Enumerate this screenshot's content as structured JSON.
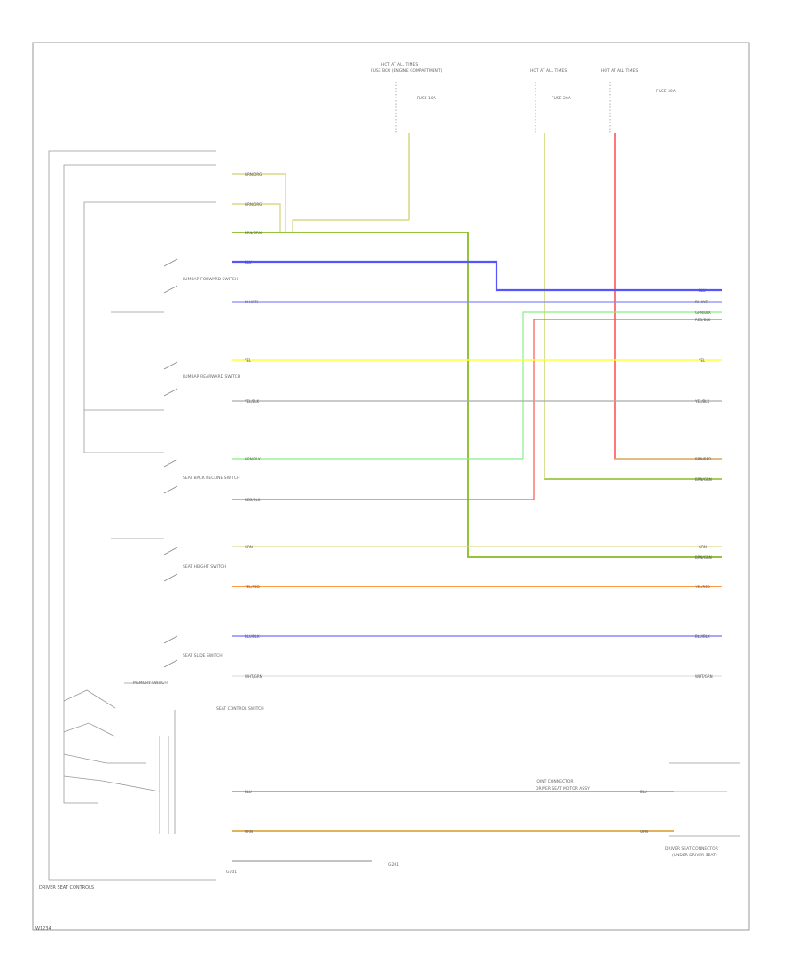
{
  "diagram": {
    "title": "DRIVER SEAT CONTROLS",
    "footer_code": "W1234",
    "top_labels": {
      "fuse_box_left": "HOT AT ALL TIMES",
      "fuse_box_left_sub": "FUSE BOX (ENGINE COMPARTMENT)",
      "fuse_box_mid": "HOT AT ALL TIMES",
      "fuse_box_right": "HOT AT ALL TIMES",
      "fuse_left_note": "FUSE 10A",
      "fuse_mid_note": "FUSE 20A",
      "fuse_right_note": "FUSE 30A"
    },
    "switch_labels": [
      "LUMBAR FORWARD SWITCH",
      "LUMBAR REARWARD SWITCH",
      "SEAT BACK RECLINE SWITCH",
      "SEAT HEIGHT SWITCH",
      "SEAT SLIDE SWITCH",
      "MEMORY SWITCH",
      "SEAT CONTROL SWITCH"
    ],
    "wire_labels": [
      "GRN/ORG",
      "GRN/ORG",
      "BRN/GRN",
      "BLU",
      "BLU/YEL",
      "YEL",
      "YEL/BLK",
      "GRN/BLK",
      "RED/BLK",
      "GRN",
      "YEL/RED",
      "BLU/BLK",
      "WHT/GRN",
      "BLU",
      "ORN"
    ],
    "right_labels": [
      "BLU",
      "BLU/YEL",
      "GRN/BLK",
      "RED/BLK",
      "YEL",
      "YEL/BLK",
      "BRN/RED",
      "BRN/GRN",
      "GRN",
      "BRN/GRN",
      "YEL/RED",
      "BLU/BLK",
      "WHT/GRN",
      "BLU",
      "ORN"
    ],
    "bottom_labels": {
      "connector_right": "DRIVER SEAT CONNECTOR",
      "connector_right_sub": "(UNDER DRIVER SEAT)",
      "ground_left": "G101",
      "ground_mid": "G201",
      "connector_mid": "JOINT CONNECTOR",
      "seat_label": "DRIVER SEAT MOTOR ASSY"
    },
    "colors": {
      "border": "#9a9a9a",
      "blue": "#5555ff",
      "yellow": "#ffff33",
      "red": "#ff5555",
      "green_dark": "#88bb22",
      "green_light": "#88ee88",
      "orange": "#ff9944",
      "tan": "#d9d98a",
      "gray": "#aaaaaa",
      "violet": "#8888ff",
      "gold": "#ddaa44"
    }
  }
}
